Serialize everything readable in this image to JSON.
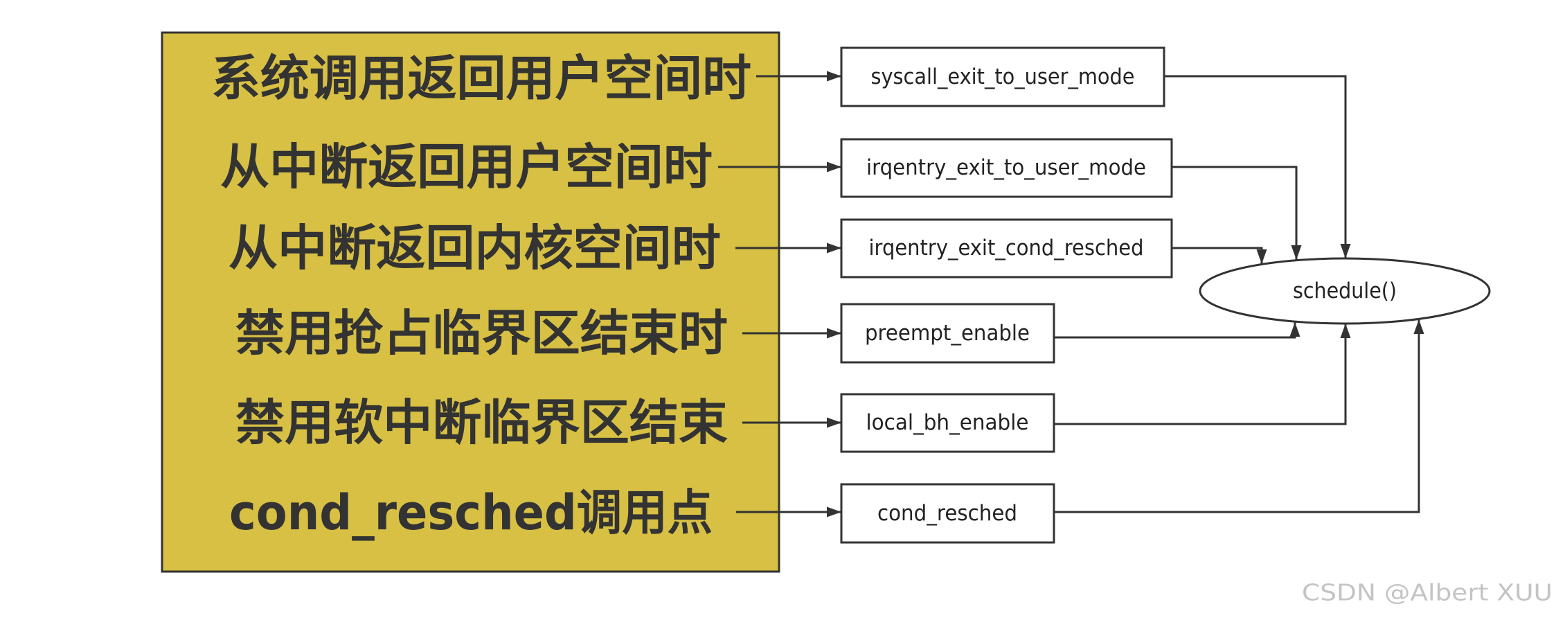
{
  "rows": [
    {
      "trigger": "系统调用返回用户空间时",
      "function": "syscall_exit_to_user_mode"
    },
    {
      "trigger": "从中断返回用户空间时",
      "function": "irqentry_exit_to_user_mode"
    },
    {
      "trigger": "从中断返回内核空间时",
      "function": "irqentry_exit_cond_resched"
    },
    {
      "trigger": "禁用抢占临界区结束时",
      "function": "preempt_enable"
    },
    {
      "trigger": "禁用软中断临界区结束",
      "function": "local_bh_enable"
    },
    {
      "trigger": "cond_resched调用点",
      "function": "cond_resched"
    }
  ],
  "target": {
    "label": "schedule()"
  },
  "watermark": "CSDN @Albert XUU",
  "colors": {
    "panel_fill": "#d7c043",
    "stroke": "#333333",
    "watermark": "#c4c4c4"
  }
}
